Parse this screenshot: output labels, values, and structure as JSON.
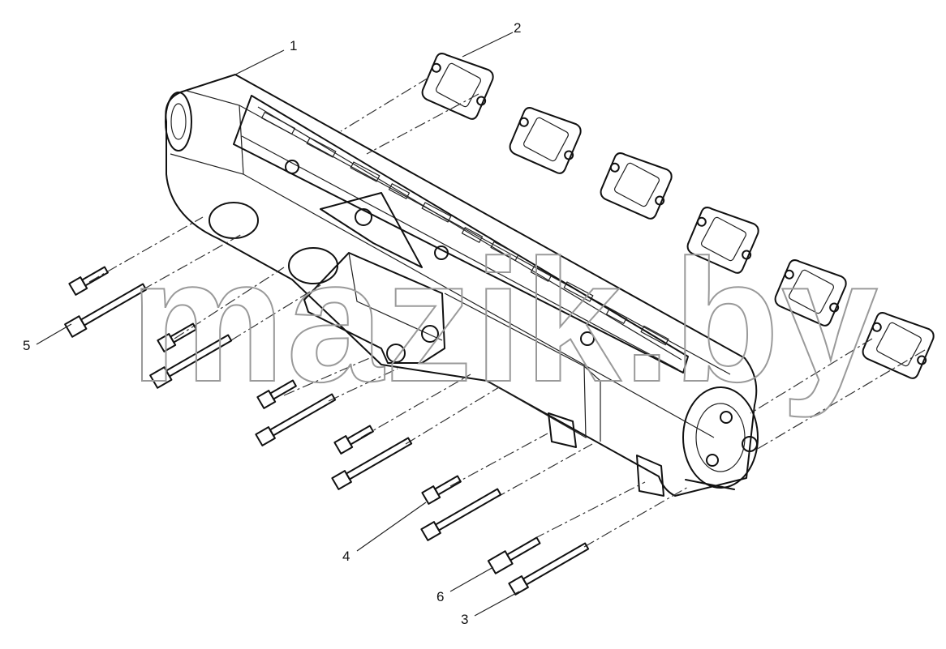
{
  "diagram": {
    "watermark": "mazik.by",
    "callouts": [
      "1",
      "2",
      "3",
      "4",
      "5",
      "6"
    ]
  }
}
